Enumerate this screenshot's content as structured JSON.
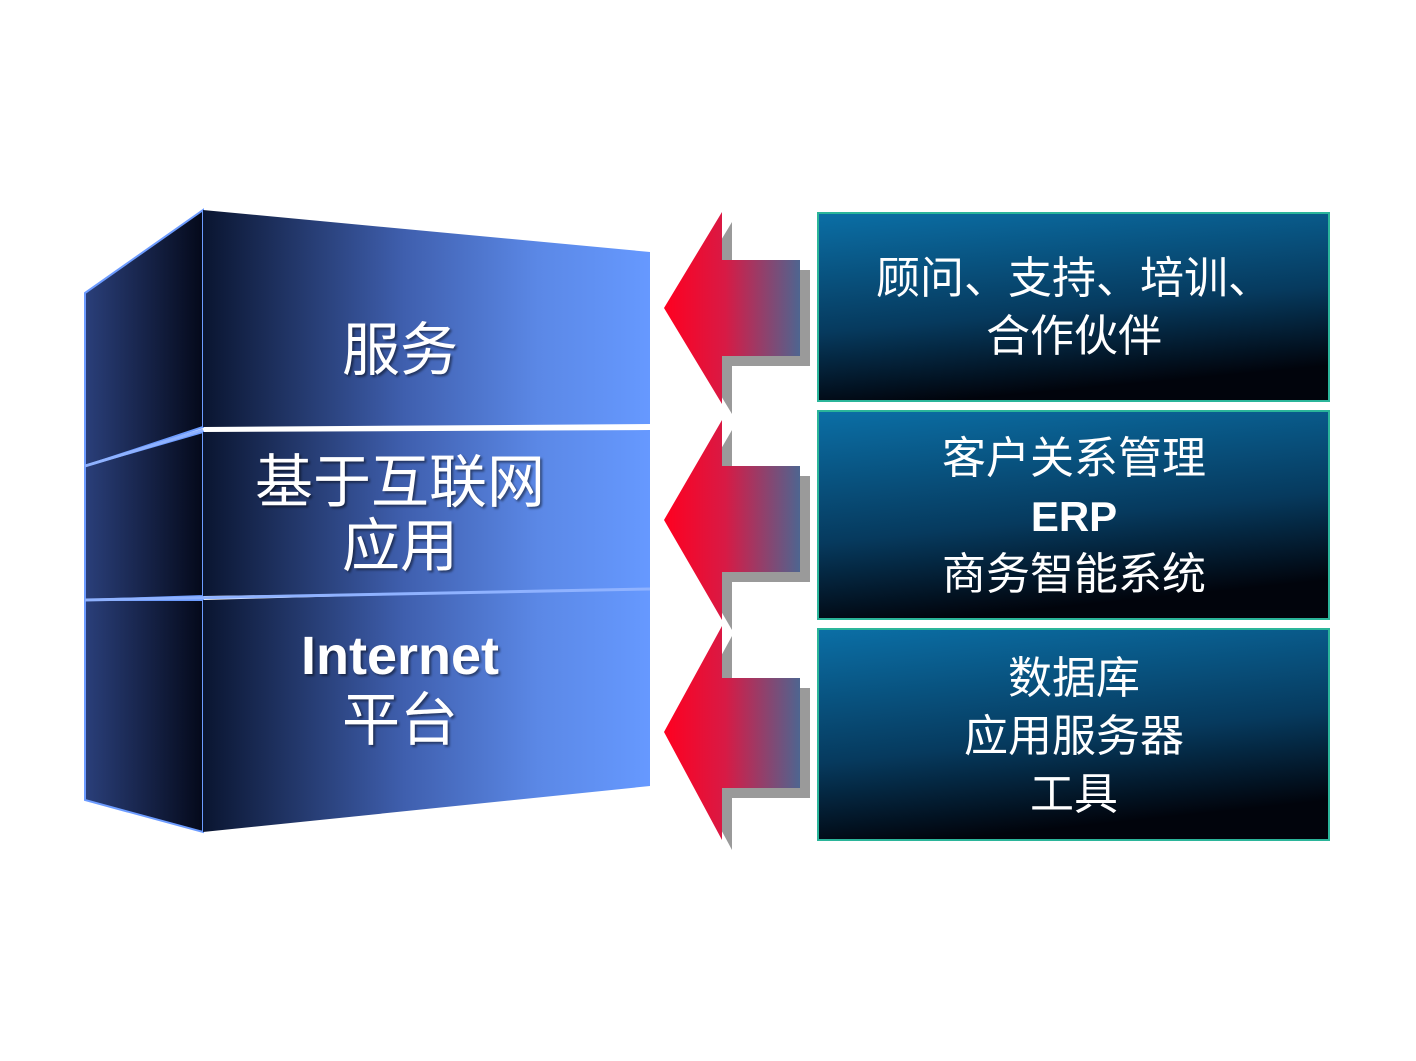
{
  "colors": {
    "stack_front_light": "#6699ff",
    "stack_front_dark": "#0a1530",
    "stack_edge": "#6d9cff",
    "box_top": "#0b6fa6",
    "box_bottom": "#01040c",
    "box_border": "#2bb59a",
    "arrow_red": "#ff0020",
    "arrow_blend": "#6b5a8a",
    "arrow_shadow": "#9a9a9a"
  },
  "stack": [
    {
      "lines": [
        "服务"
      ]
    },
    {
      "lines": [
        "基于互联网",
        "应用"
      ]
    },
    {
      "line_en": "Internet",
      "line_zh": "平台"
    }
  ],
  "boxes": [
    {
      "lines": [
        "顾问、支持、培训、",
        "合作伙伴"
      ]
    },
    {
      "line1": "客户关系管理",
      "line2": "ERP",
      "line3": "商务智能系统"
    },
    {
      "lines": [
        "数据库",
        "应用服务器",
        "工具"
      ]
    }
  ],
  "arrows": [
    {
      "icon": "left-arrow-icon"
    },
    {
      "icon": "left-arrow-icon"
    },
    {
      "icon": "left-arrow-icon"
    }
  ]
}
